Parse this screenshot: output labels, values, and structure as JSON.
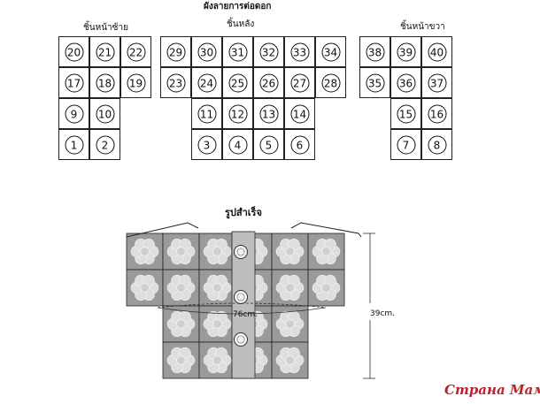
{
  "labels": {
    "layout_title": "ผังลายการต่อดอก",
    "left_front": "ชิ้นหน้าซ้าย",
    "back": "ชิ้นหลัง",
    "right_front": "ชิ้นหน้าขวา",
    "finished_title": "รูปสำเร็จ",
    "width_measure": "76cm.",
    "height_measure": "39cm.",
    "watermark": "Страна Мам"
  },
  "grids": {
    "left_front": [
      [
        "20",
        "21",
        "22"
      ],
      [
        "17",
        "18",
        "19"
      ],
      [
        "9",
        "10"
      ],
      [
        "1",
        "2"
      ]
    ],
    "back": [
      [
        "29",
        "30",
        "31",
        "32",
        "33",
        "34"
      ],
      [
        "23",
        "24",
        "25",
        "26",
        "27",
        "28"
      ],
      [
        "11",
        "12",
        "13",
        "14"
      ],
      [
        "3",
        "4",
        "5",
        "6"
      ]
    ],
    "right_front": [
      [
        "38",
        "39",
        "40"
      ],
      [
        "35",
        "36",
        "37"
      ],
      [
        "15",
        "16"
      ],
      [
        "7",
        "8"
      ]
    ]
  },
  "colors": {
    "square_fill": "#9a9a9a",
    "flower_fill": "#dedede",
    "line": "#222222",
    "watermark": "#c0202a"
  }
}
